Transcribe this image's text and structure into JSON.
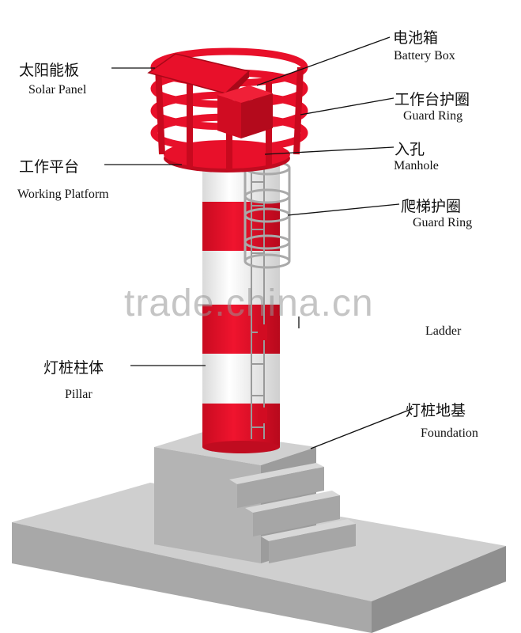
{
  "labels": {
    "solar_panel": {
      "zh": "太阳能板",
      "en": "Solar Panel"
    },
    "working_platform": {
      "zh": "工作平台",
      "en": "Working Platform"
    },
    "pillar": {
      "zh": "灯桩柱体",
      "en": "Pillar"
    },
    "battery_box": {
      "zh": "电池箱",
      "en": "Battery Box"
    },
    "guard_ring_top": {
      "zh": "工作台护圈",
      "en": "Guard Ring"
    },
    "manhole": {
      "zh": "入孔",
      "en": "Manhole"
    },
    "guard_ring_ladder": {
      "zh": "爬梯护圈",
      "en": "Guard Ring"
    },
    "ladder": {
      "en": "Ladder"
    },
    "foundation": {
      "zh": "灯桩地基",
      "en": "Foundation"
    }
  },
  "watermark": "trade.china.cn",
  "colors": {
    "red": "#e8102a",
    "red_dark": "#b80a1e",
    "white": "#f4f4f4",
    "concrete": "#c6c6c6",
    "concrete_dark": "#9a9a9a"
  }
}
